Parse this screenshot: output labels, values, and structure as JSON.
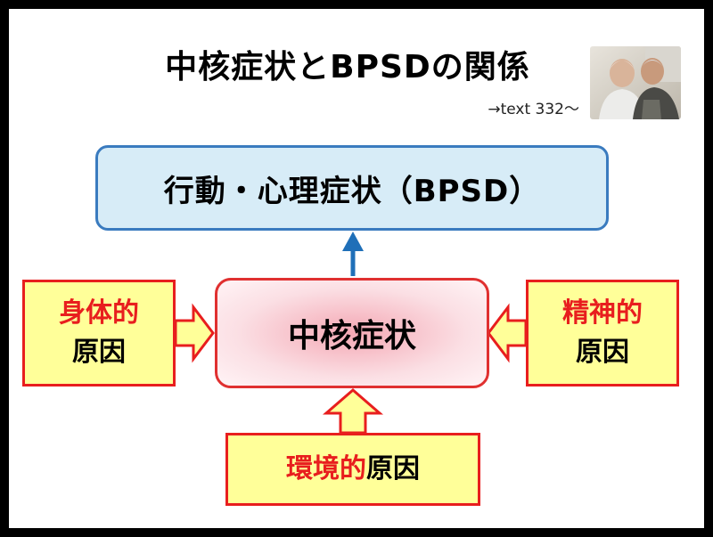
{
  "slide": {
    "title": "中核症状とBPSDの関係",
    "subtitle": "→text 332～"
  },
  "diagram": {
    "bpsd_box": "行動・心理症状（BPSD）",
    "core_box": "中核症状",
    "cause_left": {
      "line1": "身体的",
      "line2": "原因"
    },
    "cause_right": {
      "line1": "精神的",
      "line2": "原因"
    },
    "cause_bottom": {
      "part1": "環境的",
      "part2": "原因"
    }
  },
  "colors": {
    "accent_red": "#e81e1e",
    "cause_fill": "#ffff99",
    "bpsd_fill": "#d7ecf7",
    "bpsd_border": "#3a7bbf",
    "arrow_blue": "#1f6fb8"
  }
}
